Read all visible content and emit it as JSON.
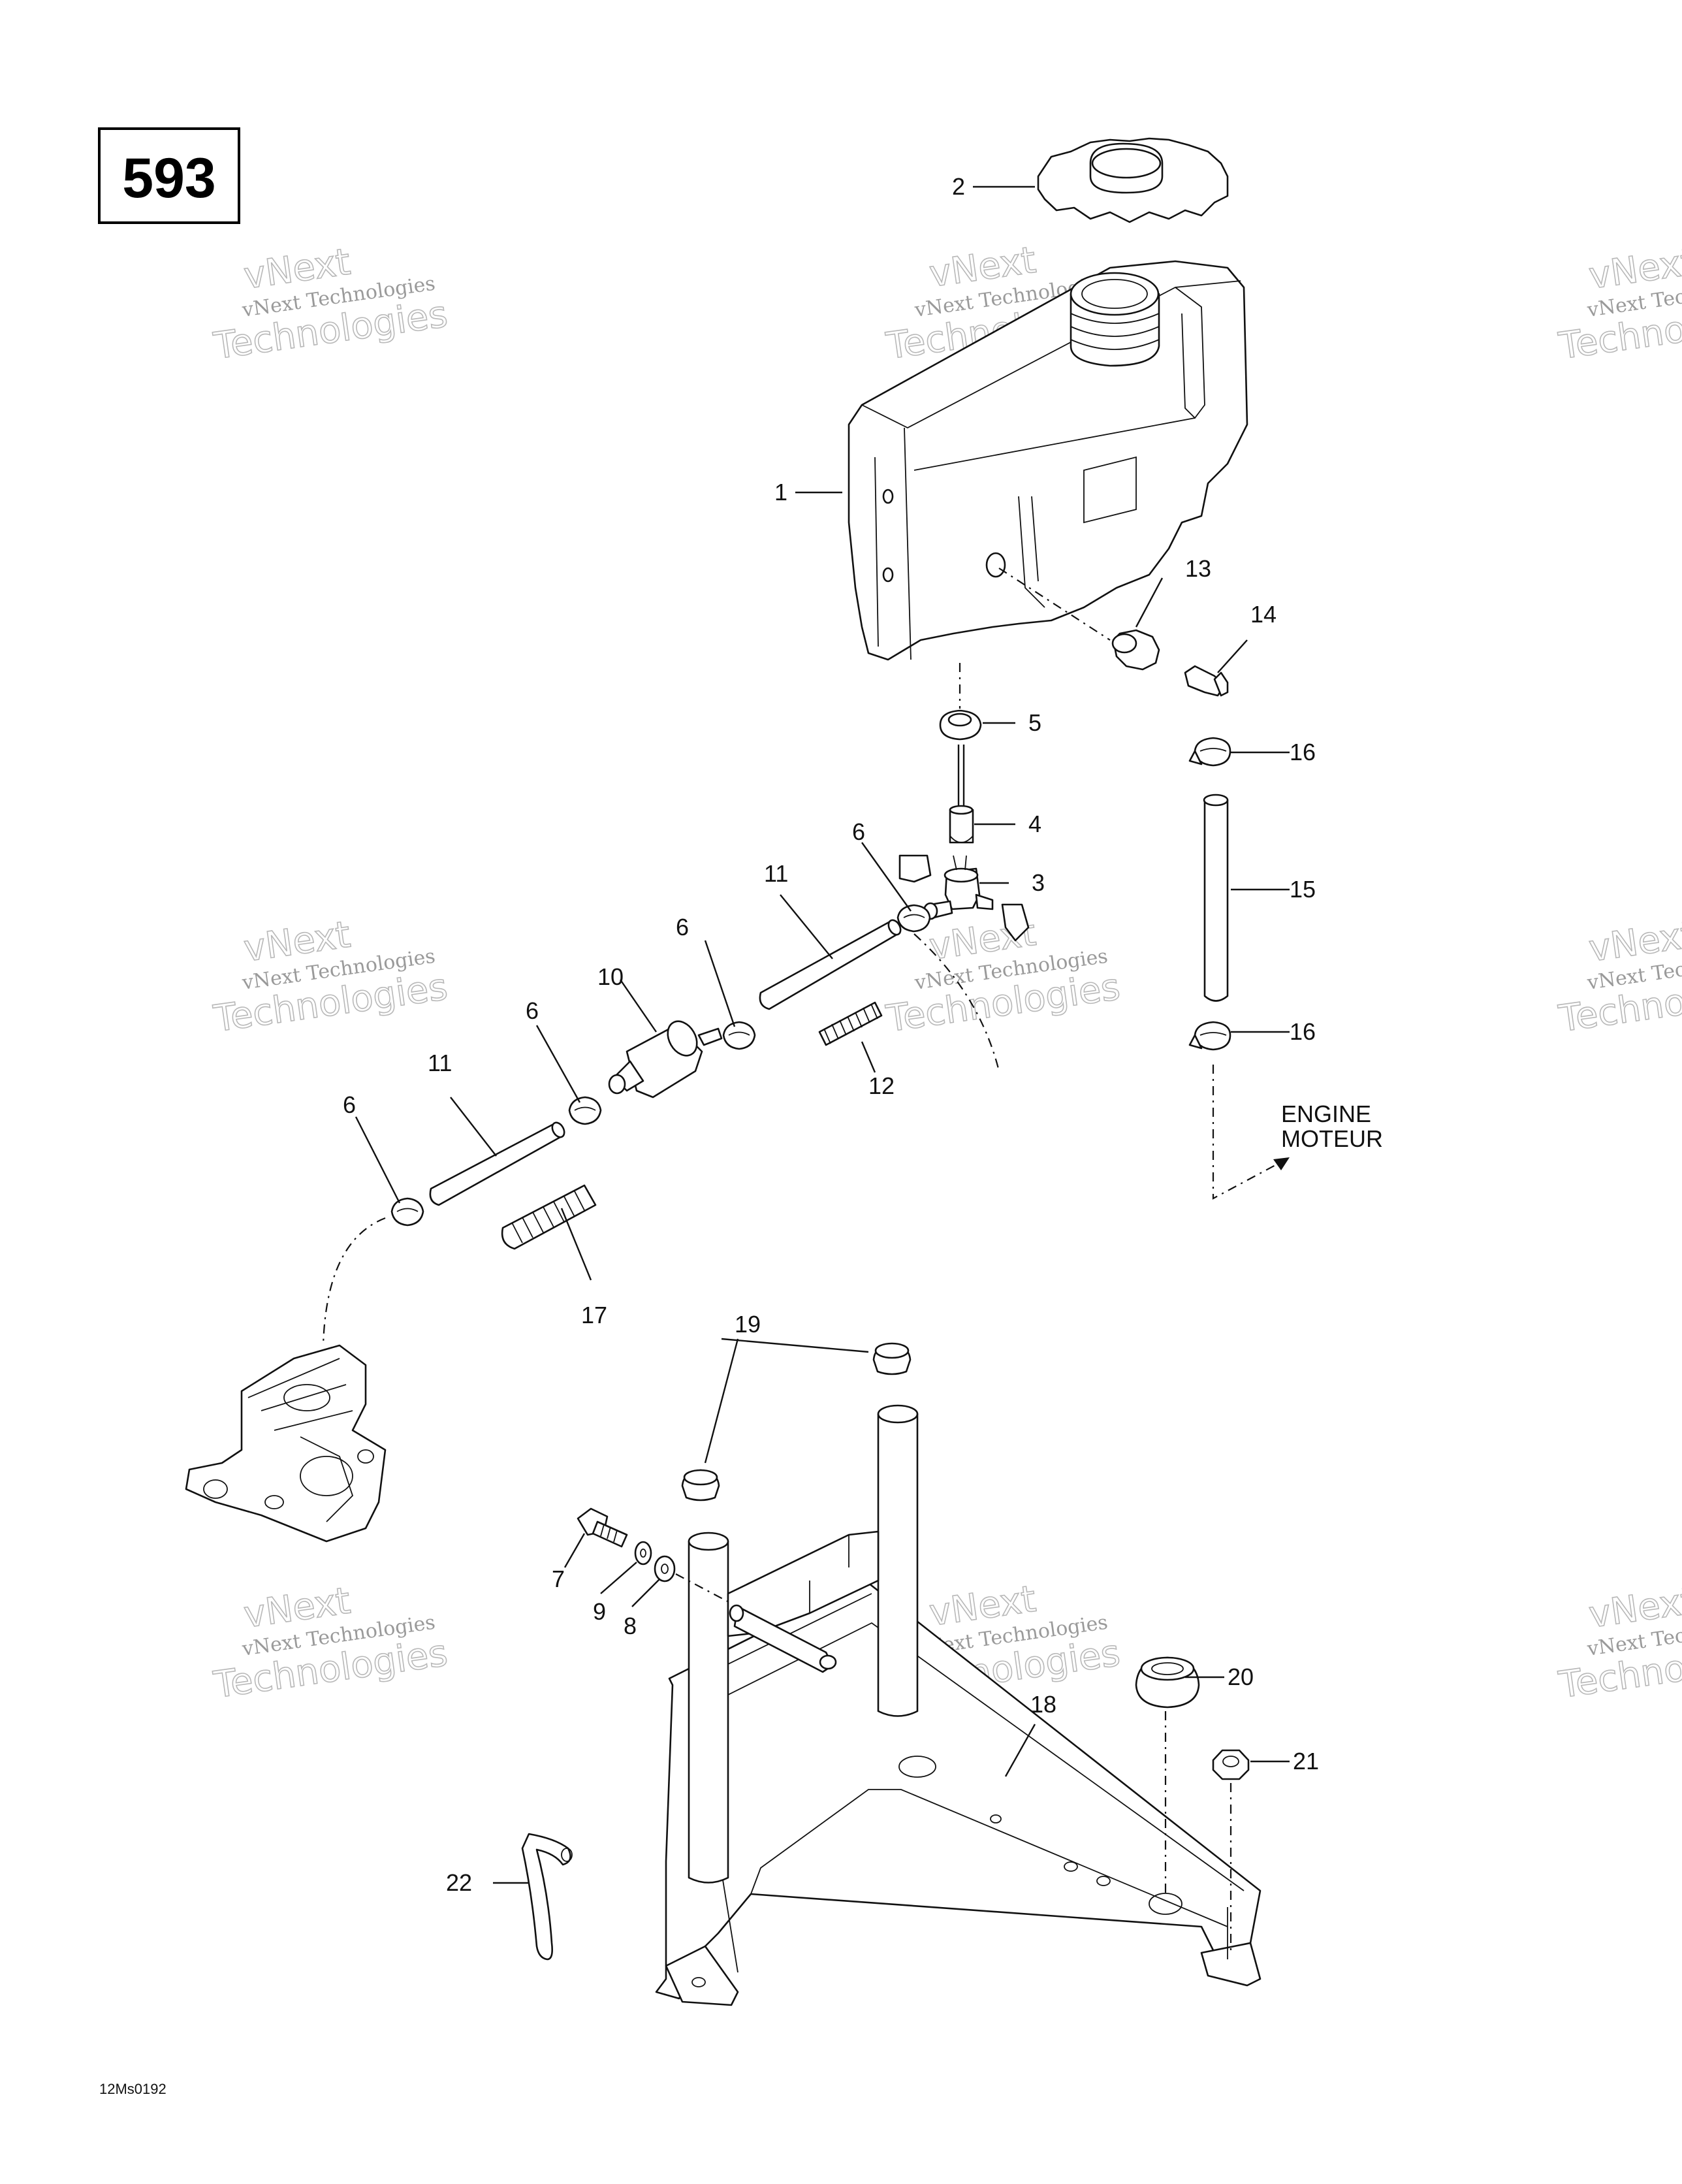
{
  "page_number": "593",
  "drawing_code": "12Ms0192",
  "engine_label": {
    "line1": "ENGINE",
    "line2": "MOTEUR"
  },
  "watermark": {
    "line1": "vNext Technologies",
    "line2": "vNext",
    "line3": "Technologies"
  },
  "callouts": [
    "1",
    "2",
    "3",
    "4",
    "5",
    "6",
    "6",
    "6",
    "6",
    "7",
    "8",
    "9",
    "10",
    "11",
    "11",
    "12",
    "13",
    "14",
    "15",
    "16",
    "16",
    "17",
    "18",
    "19",
    "20",
    "21",
    "22"
  ]
}
